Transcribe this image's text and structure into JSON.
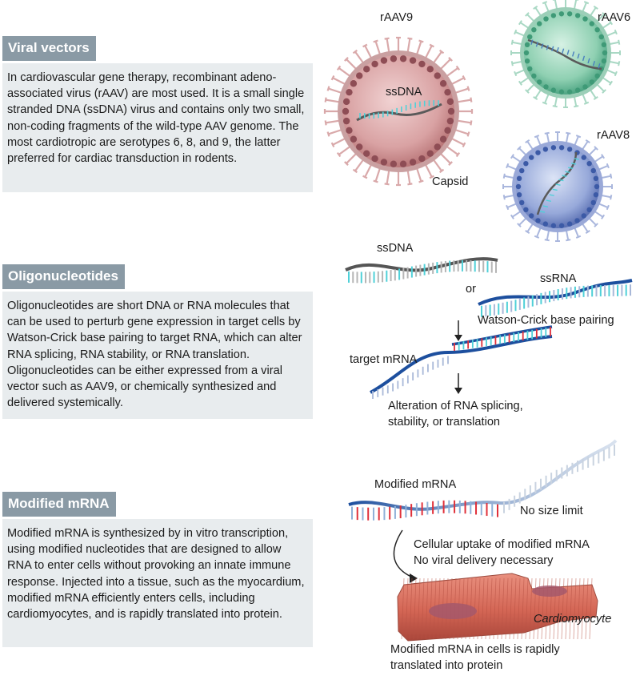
{
  "sections": [
    {
      "title": "Viral vectors",
      "body": "In cardiovascular gene therapy, recombinant adeno-associated virus (rAAV) are most used. It is a small single stranded DNA (ssDNA) virus and contains only two small, non-coding fragments of the wild-type AAV genome. The most cardiotropic are serotypes 6, 8, and 9, the latter preferred for cardiac transduction in rodents."
    },
    {
      "title": "Oligonucleotides",
      "body": "Oligonucleotides are short DNA or RNA molecules that can be used to perturb gene expression in target cells by Watson-Crick base pairing to target RNA, which can alter RNA splicing, RNA stability, or RNA translation. Oligonucleotides can be either expressed from a viral vector such as AAV9, or chemically synthesized and delivered systemically."
    },
    {
      "title": "Modified mRNA",
      "body": "Modified mRNA is synthesized by in vitro transcription, using modified nucleotides that are designed to allow RNA to enter cells without provoking an innate immune response. Injected into a tissue, such as the myocardium, modified mRNA efficiently enters cells, including cardiomyocytes, and is rapidly translated into protein."
    }
  ],
  "viral_labels": {
    "raav9": "rAAV9",
    "raav6": "rAAV6",
    "raav8": "rAAV8",
    "ssdna": "ssDNA",
    "capsid": "Capsid"
  },
  "oligo_labels": {
    "ssdna": "ssDNA",
    "or": "or",
    "ssrna": "ssRNA",
    "pairing": "Watson-Crick base pairing",
    "target": "target mRNA",
    "alteration": "Alteration of RNA splicing,\nstability, or translation"
  },
  "mrna_labels": {
    "modified": "Modified mRNA",
    "no_size": "No size limit",
    "uptake": "Cellular uptake of modified mRNA\nNo viral delivery necessary",
    "cardiomyocyte": "Cardiomyocyte",
    "translated": "Modified mRNA in cells is rapidly\ntranslated into protein"
  },
  "colors": {
    "section_title_bg": "#8a9aa5",
    "section_box_bg": "#e8ecee",
    "raav9": "#c98a8c",
    "raav6": "#6dbf9c",
    "raav8": "#6f86c4",
    "dna_backbone": "#555555",
    "rna_backbone": "#1d4f9e",
    "base_cyan": "#4fd0d8",
    "base_red": "#e0303a",
    "cardiomyocyte": "#d9675a"
  }
}
